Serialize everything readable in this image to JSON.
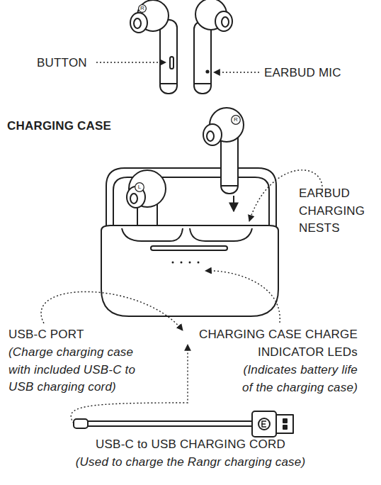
{
  "diagram": {
    "title": "CHARGING CASE",
    "nodes": [
      {
        "text": [
          "R"
        ]
      },
      {
        "text": [
          "R"
        ]
      },
      {
        "text": [
          "L"
        ]
      }
    ],
    "labels": [
      "BUTTON",
      "EARBUD MIC",
      "EARBUD CHARGING NESTS",
      "USB-C PORT",
      "(Charge charging case with included USB-C to USB charging cord)",
      "CHARGING CASE CHARGE INDICATOR LEDs",
      "(Indicates battery life of the charging case)",
      "USB-C to USB CHARGING CORD",
      "(Used to charge the Rangr charging case)"
    ]
  }
}
